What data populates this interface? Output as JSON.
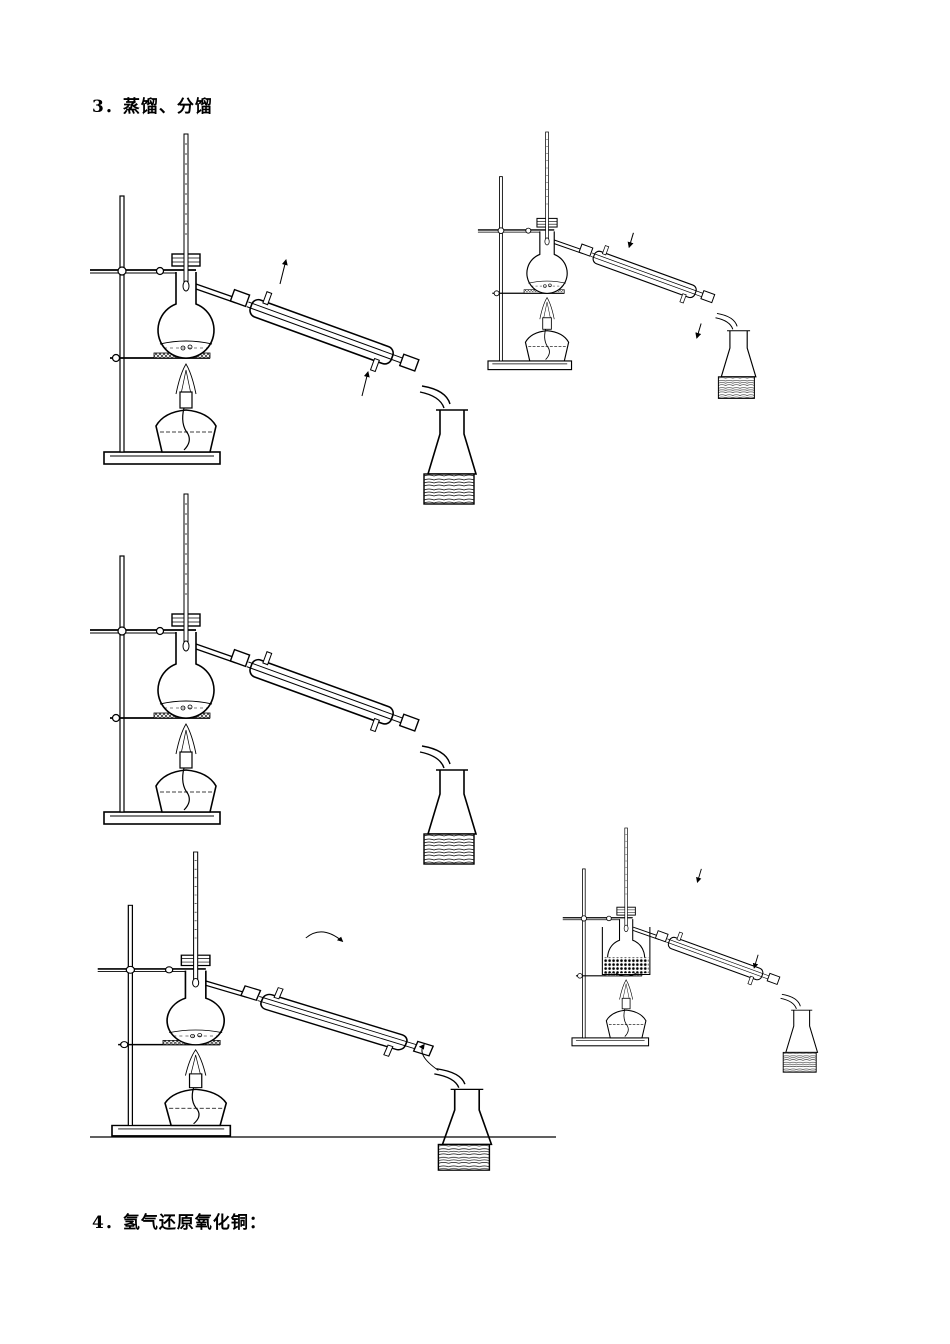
{
  "sections": [
    {
      "number": "3",
      "title": "蒸馏、分馏"
    },
    {
      "number": "4",
      "title": "氢气还原氧化铜："
    }
  ],
  "apparatus": [
    {
      "id": "A",
      "coolant_arrows": true
    },
    {
      "id": "B",
      "coolant_arrows": true
    },
    {
      "id": "C",
      "coolant_arrows": false
    },
    {
      "id": "D",
      "coolant_arrows": true
    },
    {
      "id": "E",
      "coolant_arrows": true,
      "water_bath": true
    }
  ]
}
